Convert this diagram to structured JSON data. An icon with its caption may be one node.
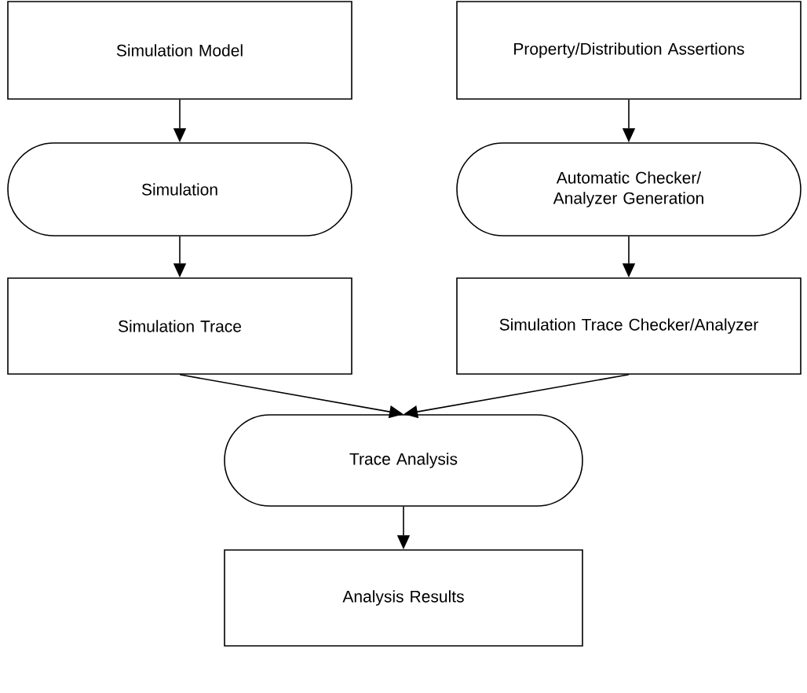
{
  "diagram": {
    "nodes": [
      {
        "text": [
          "Simulation Model"
        ]
      },
      {
        "text": [
          "Simulation"
        ]
      },
      {
        "text": [
          "Simulation Trace"
        ]
      },
      {
        "text": [
          "Property/Distribution Assertions"
        ]
      },
      {
        "text": [
          "Automatic Checker/ Analyzer Generation"
        ]
      },
      {
        "text": [
          "Simulation Trace Checker/Analyzer"
        ]
      },
      {
        "text": [
          "Trace Analysis"
        ]
      },
      {
        "text": [
          "Analysis Results"
        ]
      }
    ],
    "edges": [
      {
        "from": 0,
        "to": 1,
        "arrow": "to"
      },
      {
        "from": 1,
        "to": 2,
        "arrow": "to"
      },
      {
        "from": 3,
        "to": 4,
        "arrow": "to"
      },
      {
        "from": 4,
        "to": 5,
        "arrow": "to"
      },
      {
        "from": 2,
        "to": 6,
        "arrow": "to"
      },
      {
        "from": 5,
        "to": 6,
        "arrow": "to"
      },
      {
        "from": 6,
        "to": 7,
        "arrow": "to"
      }
    ]
  }
}
